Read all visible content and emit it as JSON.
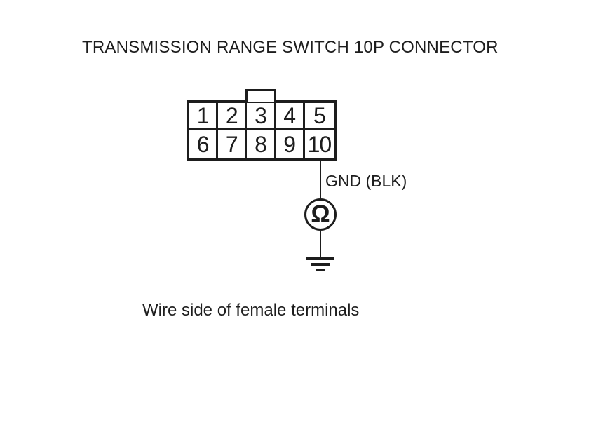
{
  "diagram": {
    "title": "TRANSMISSION RANGE SWITCH 10P CONNECTOR",
    "connector": {
      "pins_row1": [
        "1",
        "2",
        "3",
        "4",
        "5"
      ],
      "pins_row2": [
        "6",
        "7",
        "8",
        "9",
        "10"
      ]
    },
    "wire_label": "GND (BLK)",
    "caption": "Wire side of female terminals",
    "icons": {
      "ohmmeter_symbol": "Ω"
    },
    "colors": {
      "line": "#1d1d1d",
      "text": "#1d1d1d",
      "background": "#ffffff"
    }
  }
}
